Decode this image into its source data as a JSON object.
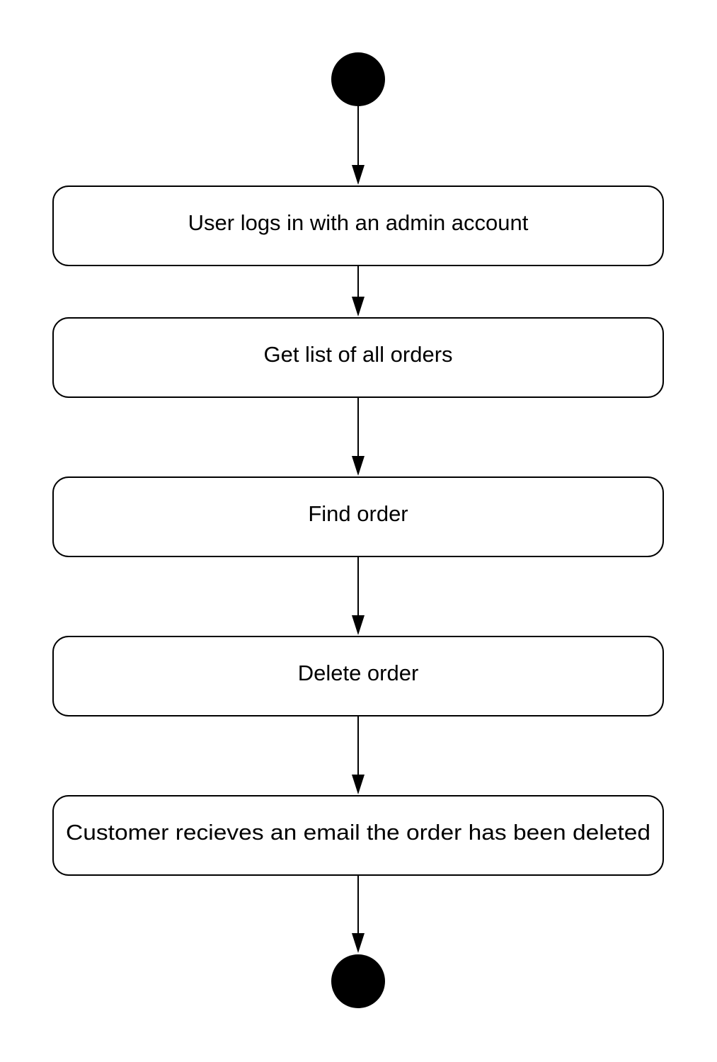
{
  "diagram": {
    "type": "activity",
    "nodes": [
      {
        "id": "start",
        "kind": "initial"
      },
      {
        "id": "login",
        "kind": "action",
        "label": "User logs in with an admin account"
      },
      {
        "id": "list",
        "kind": "action",
        "label": "Get list of all orders"
      },
      {
        "id": "find",
        "kind": "action",
        "label": "Find order"
      },
      {
        "id": "delete",
        "kind": "action",
        "label": "Delete order"
      },
      {
        "id": "email",
        "kind": "action",
        "label": "Customer recieves an email the order has been deleted"
      },
      {
        "id": "end",
        "kind": "final"
      }
    ],
    "edges": [
      {
        "from": "start",
        "to": "login"
      },
      {
        "from": "login",
        "to": "list"
      },
      {
        "from": "list",
        "to": "find"
      },
      {
        "from": "find",
        "to": "delete"
      },
      {
        "from": "delete",
        "to": "email"
      },
      {
        "from": "email",
        "to": "end"
      }
    ],
    "colors": {
      "stroke": "#000000",
      "fill": "#ffffff",
      "terminal": "#000000"
    }
  }
}
